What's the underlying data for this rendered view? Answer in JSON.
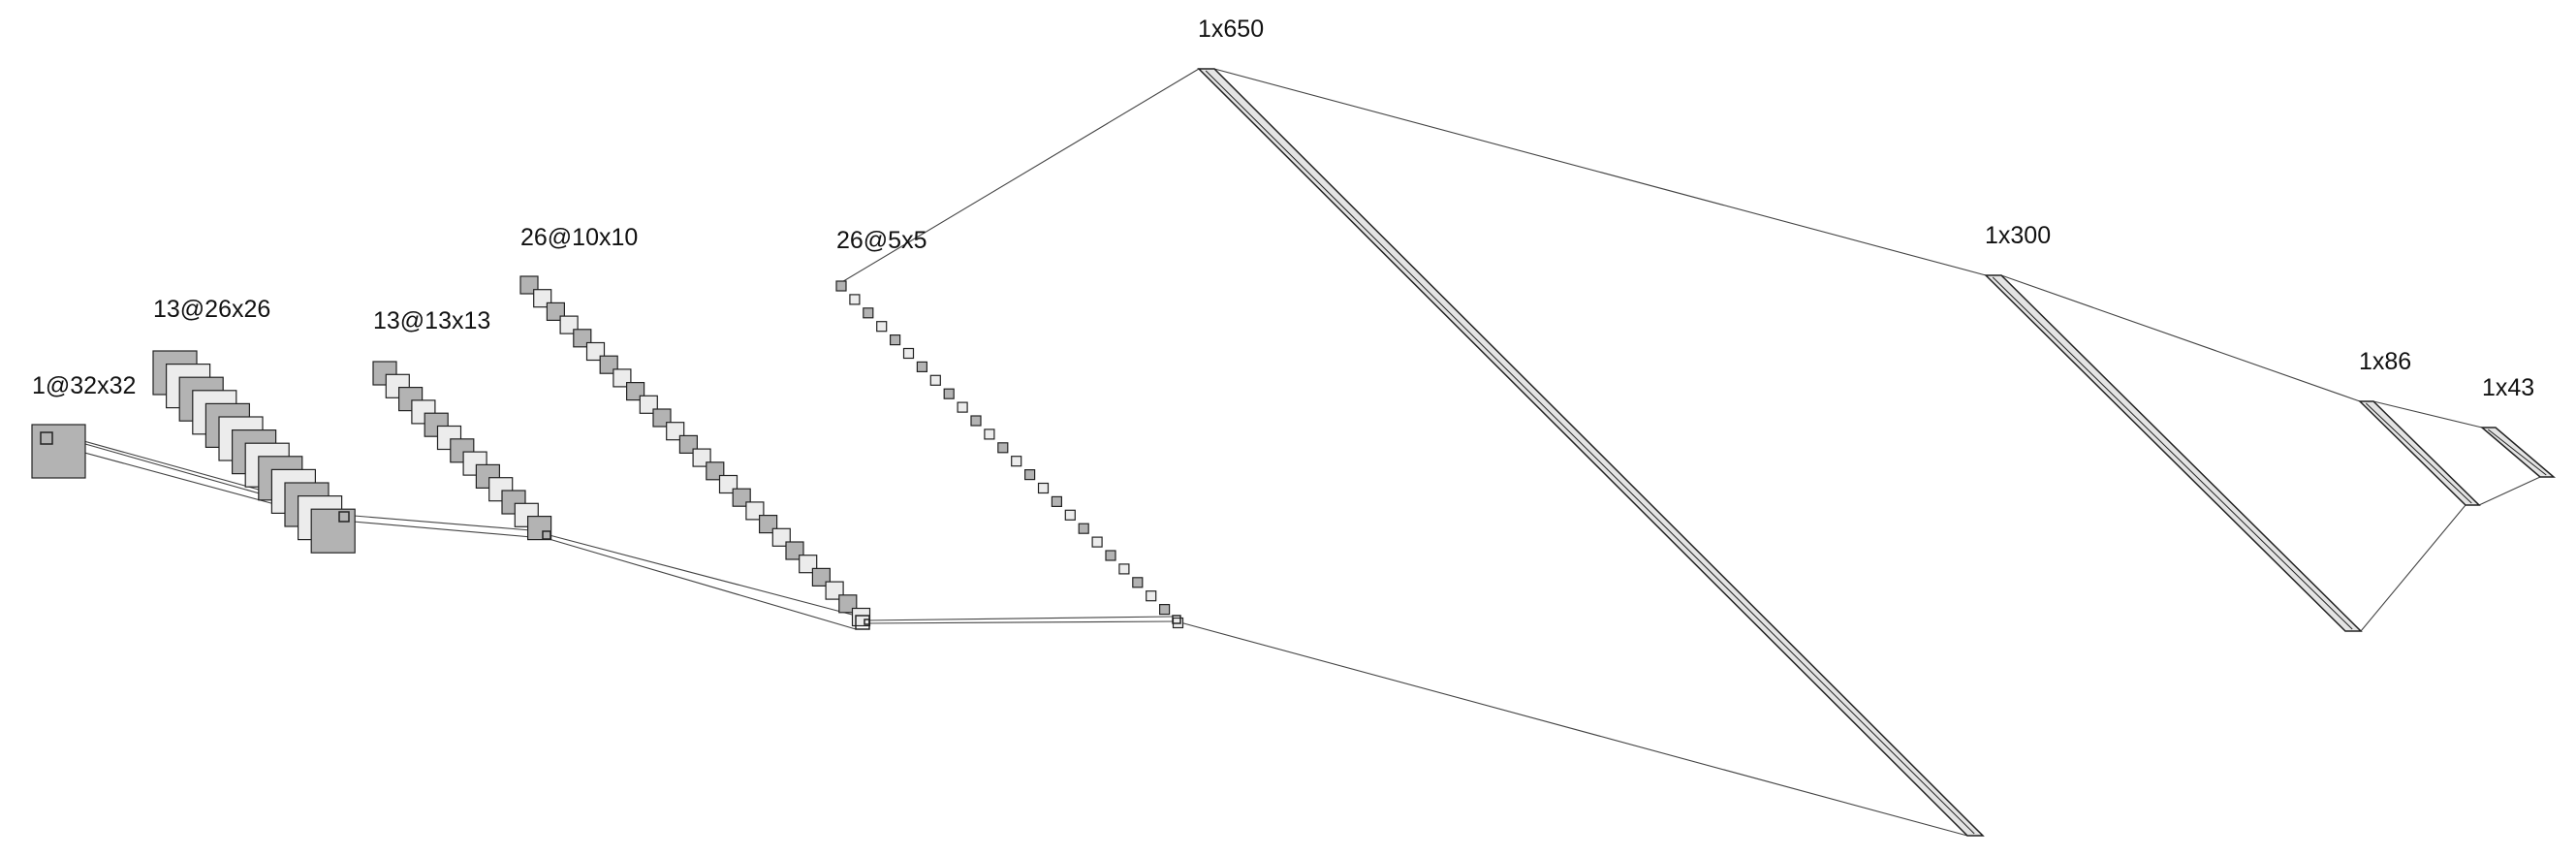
{
  "diagram": {
    "layers": [
      {
        "id": "input",
        "label": "1@32x32",
        "kind": "input",
        "maps": 1,
        "size": 32
      },
      {
        "id": "conv1",
        "label": "13@26x26",
        "kind": "conv",
        "maps": 13,
        "size": 26
      },
      {
        "id": "pool1",
        "label": "13@13x13",
        "kind": "pool",
        "maps": 13,
        "size": 13
      },
      {
        "id": "conv2",
        "label": "26@10x10",
        "kind": "conv",
        "maps": 26,
        "size": 10
      },
      {
        "id": "pool2",
        "label": "26@5x5",
        "kind": "pool",
        "maps": 26,
        "size": 5
      },
      {
        "id": "fc1",
        "label": "1x650",
        "kind": "dense",
        "units": 650
      },
      {
        "id": "fc2",
        "label": "1x300",
        "kind": "dense",
        "units": 300
      },
      {
        "id": "fc3",
        "label": "1x86",
        "kind": "dense",
        "units": 86
      },
      {
        "id": "fc4",
        "label": "1x43",
        "kind": "dense",
        "units": 43
      }
    ],
    "colors": {
      "map_dark": "#b3b3b3",
      "map_light": "#ececec",
      "stroke": "#222222",
      "dense_fill": "#e4e4e4"
    }
  }
}
